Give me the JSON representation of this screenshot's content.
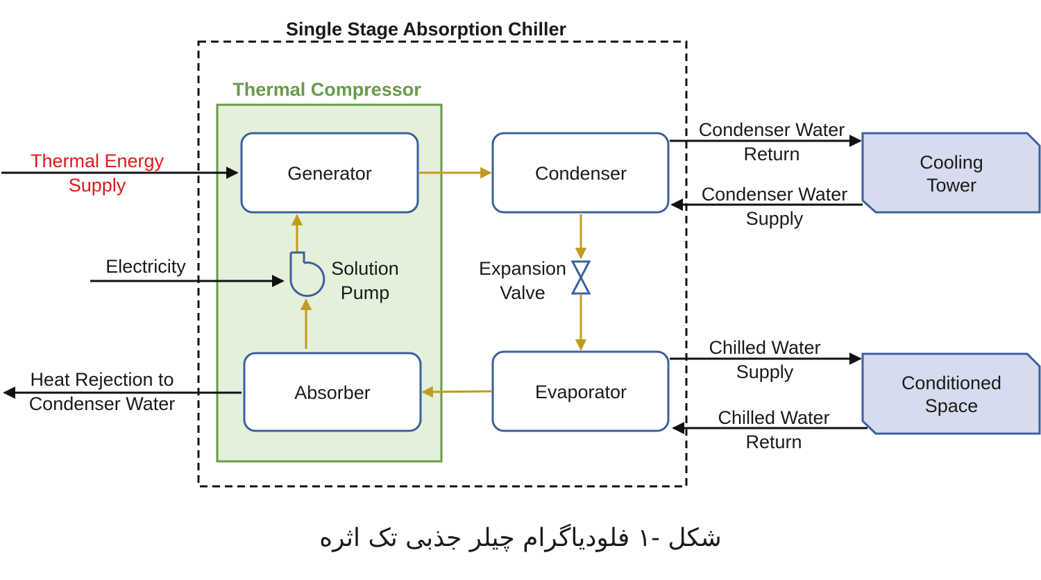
{
  "diagram": {
    "outer_title": "Single Stage Absorption Chiller",
    "compressor_title": "Thermal Compressor",
    "components": {
      "generator": "Generator",
      "condenser": "Condenser",
      "absorber": "Absorber",
      "evaporator": "Evaporator",
      "cooling_tower": [
        "Cooling",
        "Tower"
      ],
      "conditioned_space": [
        "Conditioned",
        "Space"
      ]
    },
    "pump_label": [
      "Solution",
      "Pump"
    ],
    "valve_label": [
      "Expansion",
      "Valve"
    ],
    "inputs": {
      "thermal_energy": [
        "Thermal Energy",
        "Supply"
      ],
      "electricity": "Electricity",
      "heat_rejection": [
        "Heat Rejection to",
        "Condenser Water"
      ]
    },
    "flows": {
      "condenser_water_return": [
        "Condenser Water",
        "Return"
      ],
      "condenser_water_supply": [
        "Condenser Water",
        "Supply"
      ],
      "chilled_water_supply": [
        "Chilled Water",
        "Supply"
      ],
      "chilled_water_return": [
        "Chilled Water",
        "Return"
      ]
    },
    "colors": {
      "box_stroke": "#3d5f9e",
      "compressor_stroke": "#6a9a4a",
      "compressor_fill": "#e3f0da",
      "ext_fill": "#d6dcee",
      "internal_flow": "#c19c1c",
      "thermal_energy_text": "#e01818"
    }
  },
  "caption": "شکل -۱ فلودیاگرام چیلر جذبی تک اثره"
}
